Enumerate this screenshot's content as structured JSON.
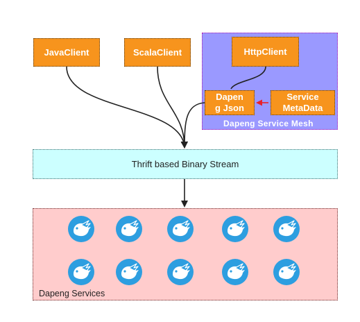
{
  "nodes": {
    "java_client": "JavaClient",
    "scala_client": "ScalaClient",
    "http_client": "HttpClient",
    "dapeng_json": "Dapen\ng Json",
    "service_metadata": "Service\nMetaData"
  },
  "service_mesh": {
    "label": "Dapeng Service Mesh"
  },
  "stream": {
    "label": "Thrift based Binary Stream"
  },
  "services": {
    "label": "Dapeng Services",
    "icon": "dapeng-bird-icon",
    "icon_count": 10
  },
  "colors": {
    "client_box": "#f7941d",
    "mesh_bg": "#9a99ff",
    "stream_bg": "#ccffff",
    "services_bg": "#ffcccc",
    "service_icon": "#2d9ee0",
    "arrow": "#222222",
    "metadata_arrow": "#e8212a"
  }
}
